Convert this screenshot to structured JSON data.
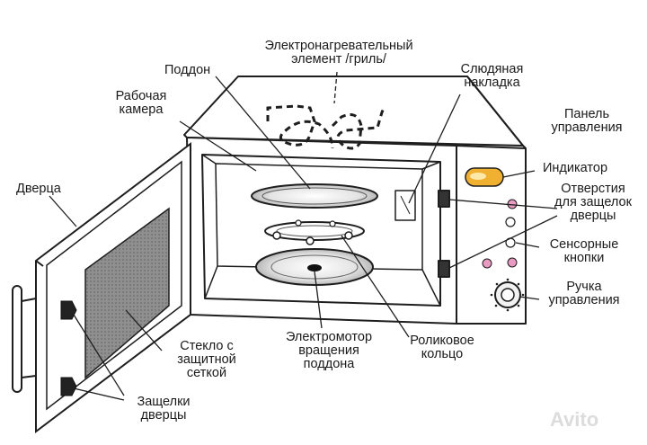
{
  "labels": {
    "heating_element": "Электронагревательный\nэлемент /гриль/",
    "tray": "Поддон",
    "mica_plate": "Слюдяная\nнакладка",
    "work_chamber": "Рабочая\nкамера",
    "control_panel": "Панель\nуправления",
    "door": "Дверца",
    "indicator": "Индикатор",
    "latch_holes": "Отверстия\nдля защелок\nдверцы",
    "touch_buttons": "Сенсорные\nкнопки",
    "control_knob": "Ручка\nуправления",
    "motor": "Электромотор\nвращения\nподдона",
    "roller_ring": "Роликовое\nкольцо",
    "glass_mesh": "Стекло с\nзащитной\nсеткой",
    "door_latches": "Защелки\nдверцы"
  },
  "watermark": "Avito",
  "colors": {
    "line": "#1e1e1e",
    "indicator_fill": "#f0b030",
    "button_pink": "#e89ac0",
    "glass_fill": "#8a8a8a"
  }
}
